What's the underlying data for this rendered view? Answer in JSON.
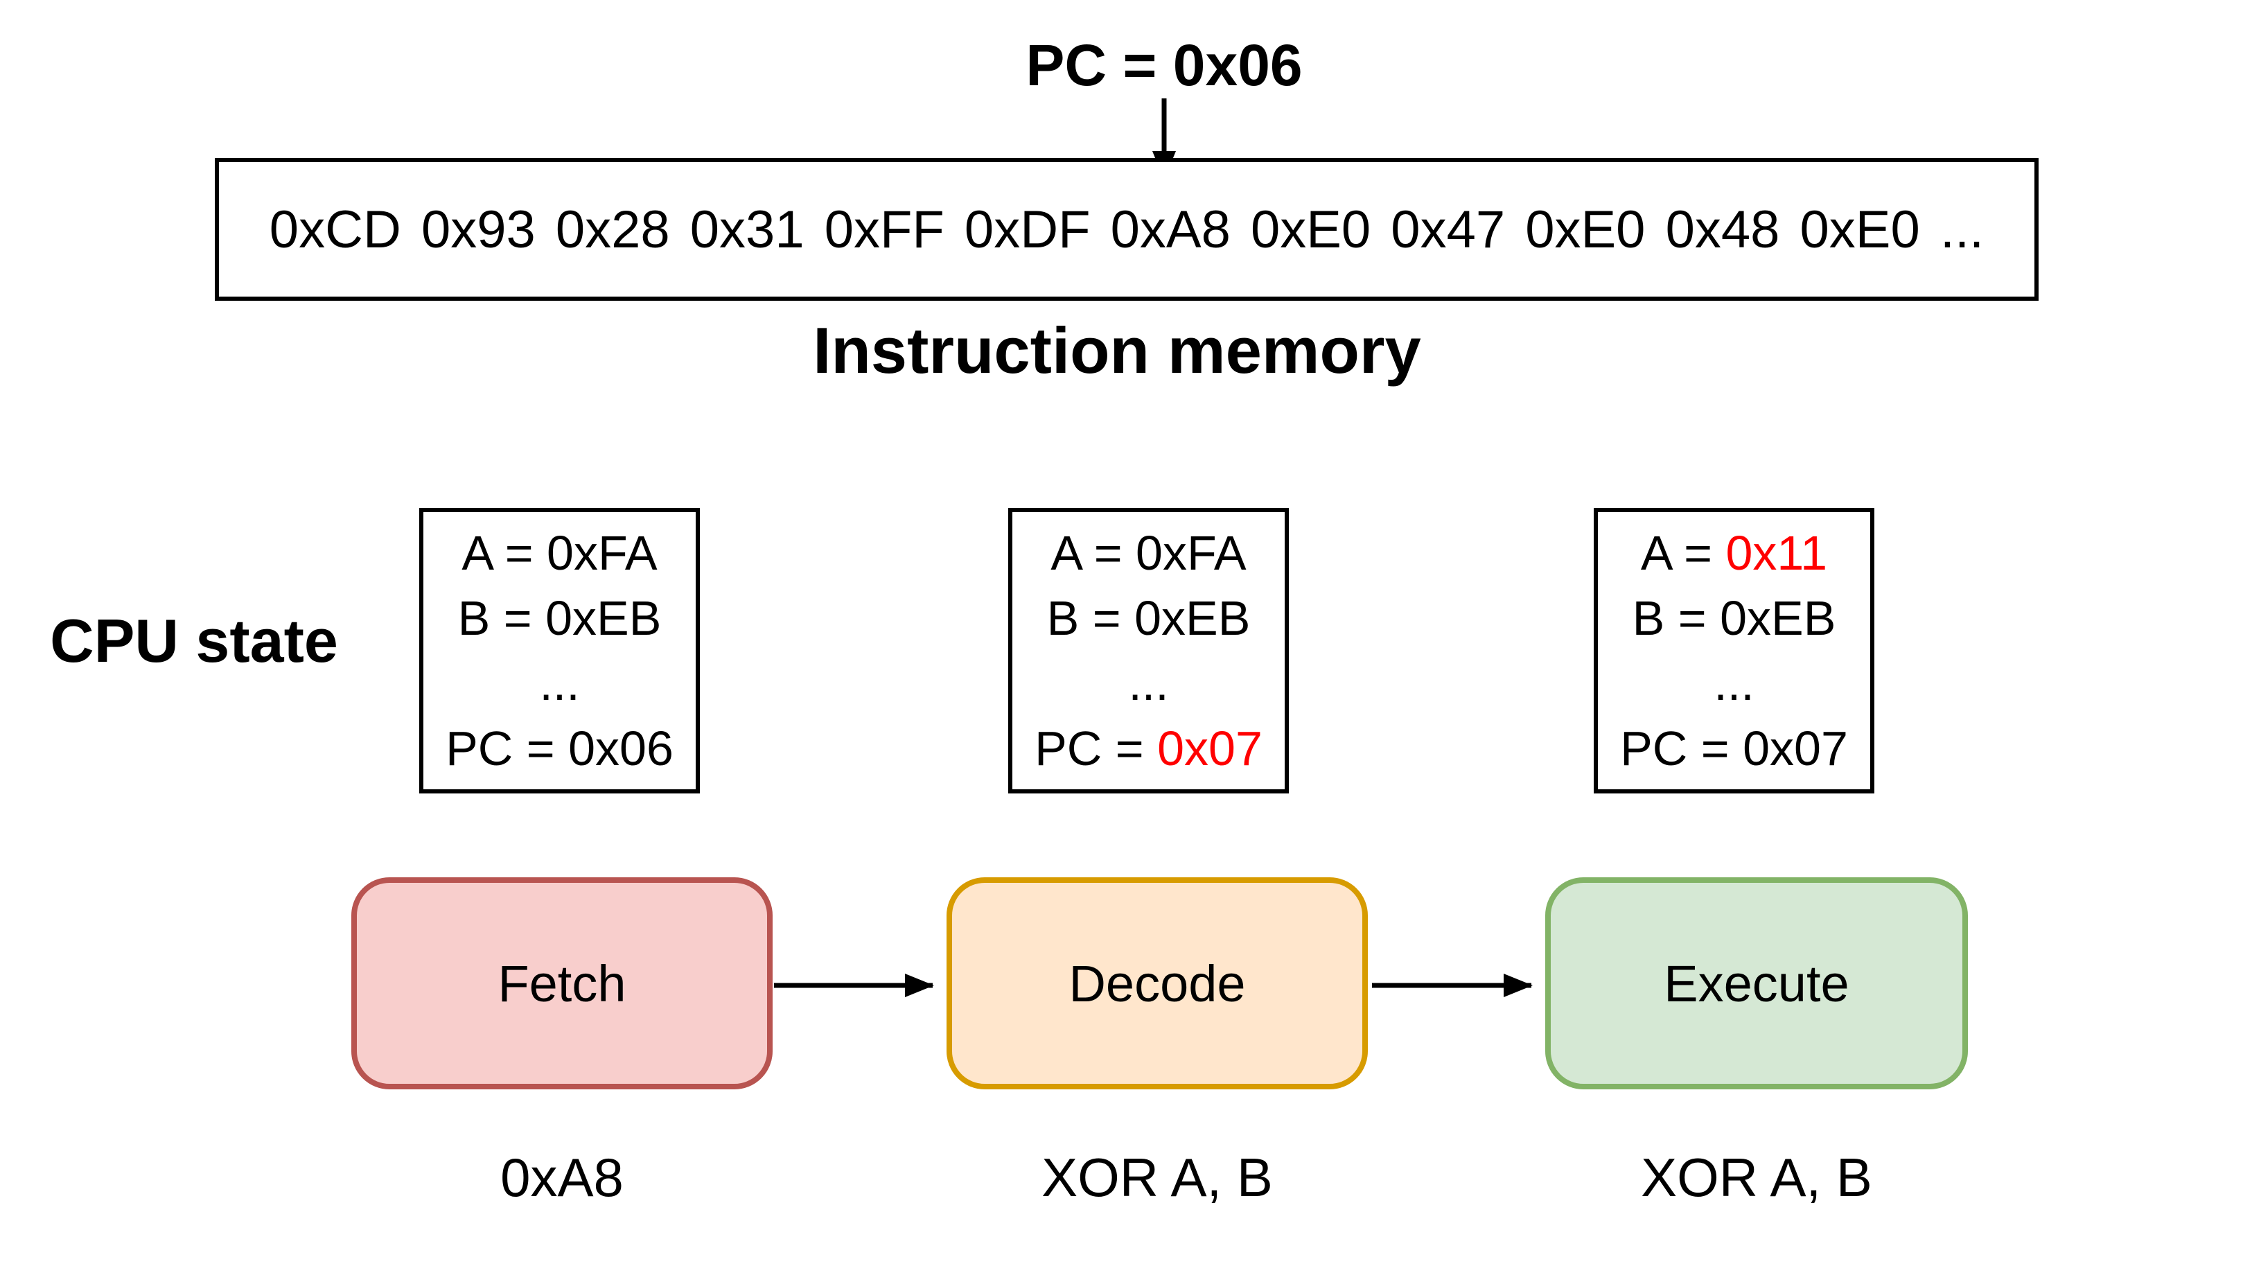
{
  "pc_pointer": {
    "label": "PC = 0x06"
  },
  "instruction_memory": {
    "bytes": [
      "0xCD",
      "0x93",
      "0x28",
      "0x31",
      "0xFF",
      "0xDF",
      "0xA8",
      "0xE0",
      "0x47",
      "0xE0",
      "0x48",
      "0xE0",
      "..."
    ],
    "caption": "Instruction memory"
  },
  "cpu_state": {
    "section_label": "CPU state",
    "states": [
      {
        "a_label": "A = ",
        "a_value": "0xFA",
        "b_label": "B = ",
        "b_value": "0xEB",
        "ellipsis": "...",
        "pc_label": "PC = ",
        "pc_value": "0x06"
      },
      {
        "a_label": "A = ",
        "a_value": "0xFA",
        "b_label": "B = ",
        "b_value": "0xEB",
        "ellipsis": "...",
        "pc_label": "PC = ",
        "pc_value": "0x07"
      },
      {
        "a_label": "A = ",
        "a_value": "0x11",
        "b_label": "B = ",
        "b_value": "0xEB",
        "ellipsis": "...",
        "pc_label": "PC = ",
        "pc_value": "0x07"
      }
    ]
  },
  "pipeline": {
    "stages": [
      {
        "label": "Fetch",
        "sublabel": "0xA8",
        "fill": "#f8cecc",
        "stroke": "#b85450"
      },
      {
        "label": "Decode",
        "sublabel": "XOR A, B",
        "fill": "#ffe6cc",
        "stroke": "#d79b00"
      },
      {
        "label": "Execute",
        "sublabel": "XOR A, B",
        "fill": "#d5e8d4",
        "stroke": "#82b366"
      }
    ]
  },
  "colors": {
    "highlight": "#ff0000",
    "text": "#000000",
    "background": "#ffffff",
    "box_border": "#000000"
  }
}
